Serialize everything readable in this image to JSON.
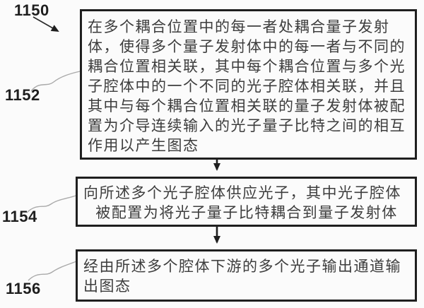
{
  "figure": {
    "reference_label": "1150",
    "type": "flowchart",
    "colors": {
      "box_border": "#1f1f1f",
      "box_text": "#3d3d3d",
      "background": "#fbfbfb",
      "leader_line": "#a9a9a9",
      "arrow": "#1f1f1f"
    },
    "steps": [
      {
        "label": "1152",
        "lines": [
          "在多个耦合位置中的每一者处耦合量子发射",
          "体，使得多个量子发射体中的每一者与不同的",
          "耦合位置相关联，其中每个耦合位置与多个光",
          "子腔体中的一个不同的光子腔体相关联，并且",
          "其中与每个耦合位置相关联的量子发射体被配",
          "置为介导连续输入的光子量子比特之间的相互",
          "作用以产生图态"
        ]
      },
      {
        "label": "1154",
        "lines": [
          "向所述多个光子腔体供应光子，其中光子腔体",
          "被配置为将光子量子比特耦合到量子发射体"
        ]
      },
      {
        "label": "1156",
        "lines": [
          "经由所述多个腔体下游的多个光子输出通道输",
          "出图态"
        ]
      }
    ]
  }
}
